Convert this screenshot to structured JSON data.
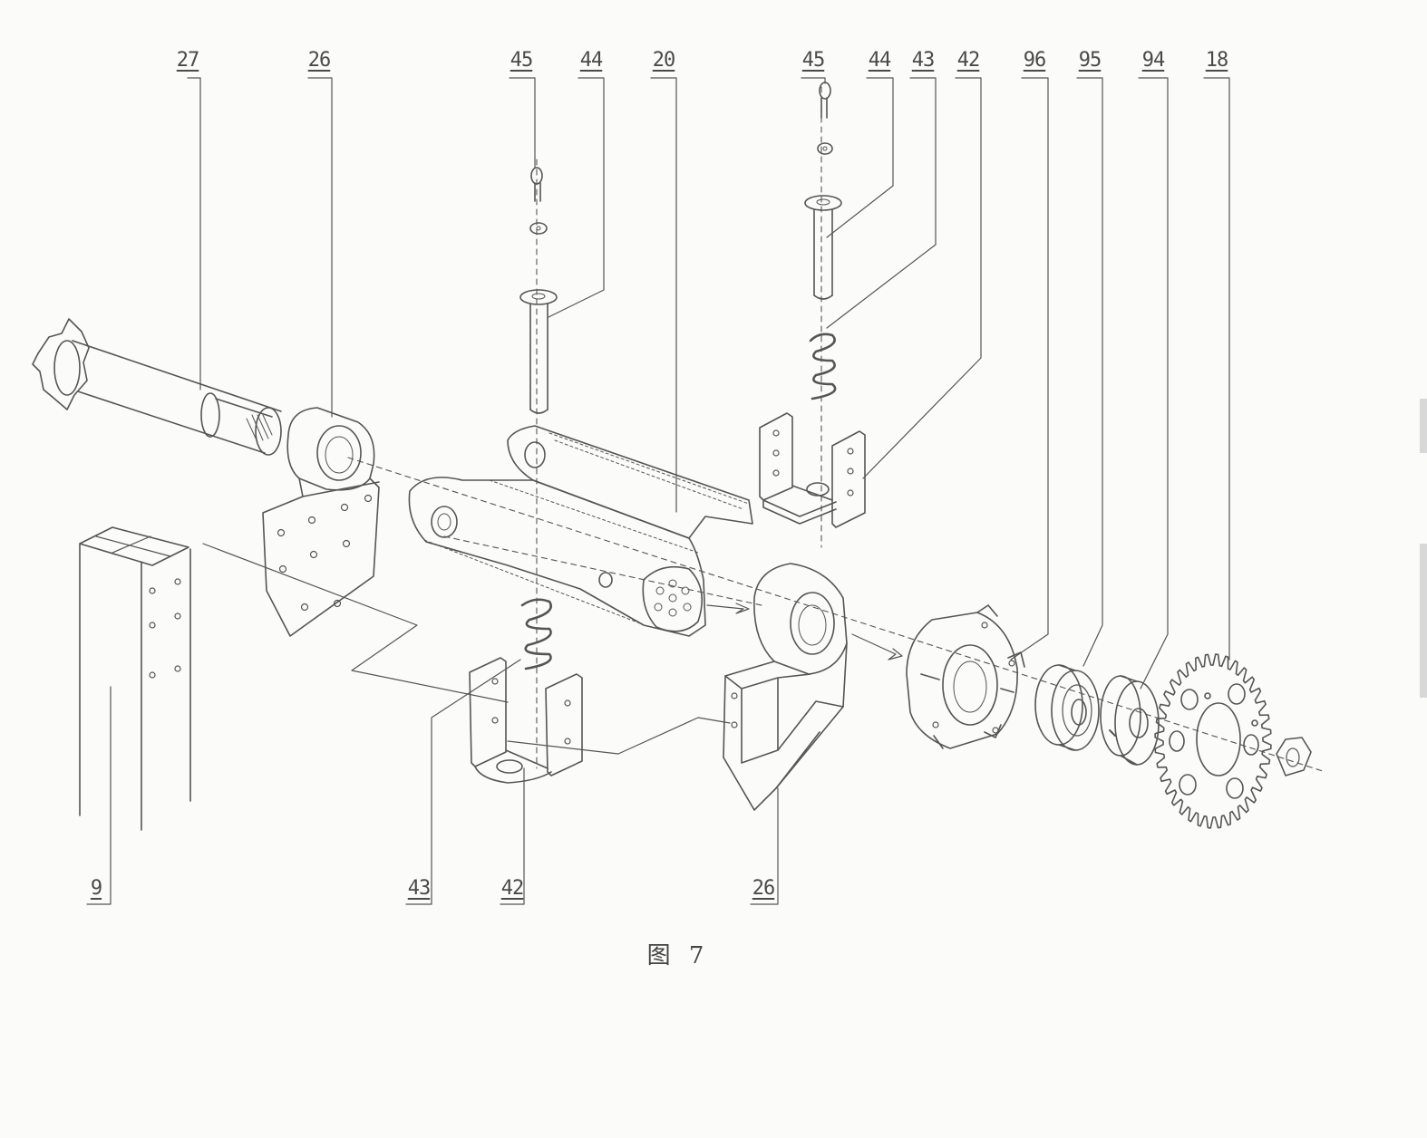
{
  "figure": {
    "caption": "图 7",
    "line_color": "#555555",
    "paper_color": "#fbfbf9",
    "callouts_top": [
      "27",
      "26",
      "45",
      "44",
      "20",
      "45",
      "44",
      "43",
      "42",
      "96",
      "95",
      "94",
      "18"
    ],
    "callouts_bottom": [
      "9",
      "43",
      "42",
      "26"
    ],
    "parts": [
      {
        "name": "drive-shaft-with-gear",
        "icon": "shaft-icon"
      },
      {
        "name": "bearing-bracket",
        "icon": "bracket-icon"
      },
      {
        "name": "eye-bolt",
        "icon": "eyebolt-icon"
      },
      {
        "name": "pin",
        "icon": "pin-icon"
      },
      {
        "name": "swing-arm",
        "icon": "arm-icon"
      },
      {
        "name": "compression-spring",
        "icon": "spring-icon"
      },
      {
        "name": "u-clevis-bracket",
        "icon": "clevis-icon"
      },
      {
        "name": "square-tube-post",
        "icon": "tube-icon"
      },
      {
        "name": "flange-housing",
        "icon": "flange-icon"
      },
      {
        "name": "ball-bearing",
        "icon": "bearing-icon"
      },
      {
        "name": "freewheel-hub",
        "icon": "hub-icon"
      },
      {
        "name": "sprocket",
        "icon": "sprocket-icon"
      },
      {
        "name": "nut",
        "icon": "nut-icon"
      }
    ]
  }
}
